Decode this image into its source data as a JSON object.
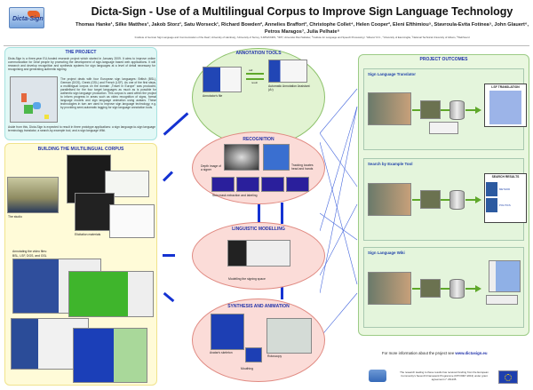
{
  "header": {
    "logo_text": "Dicta-Sign",
    "title": "Dicta-Sign - Use of a Multilingual Corpus to Improve Sign Language Technology",
    "authors": "Thomas Hanke¹, Silke Matthes¹, Jakob Storz¹, Satu Worseck¹, Richard Bowden², Annelies Braffort³, Christophe Collet⁴, Helen Cooper², Eleni Efthimiou⁵, Stavroula-Evita Fotinea⁵, John Glauert⁶, Petros Maragos⁷, Julia Pelhate⁸",
    "affiliations": "¹Institute of German Sign Language and Communication of the Deaf, University of Hamburg, ²University of Surrey, ³LIMSI/CNRS, ⁴IRIT, Université Paul Sabatier, ⁵Institute for Language and Speech Processing / \"Athena\" R.C., ⁶University of East Anglia, ⁷National Technical University of Athens, ⁸WebSourd"
  },
  "project": {
    "heading": "THE PROJECT",
    "p1": "Dicta-Sign is a three-year EU-funded research project which started in January 2009. It aims to improve online communication for Deaf people by promoting the development of sign-language based web applications. It will research and develop recognition and synthesis systems for sign languages at a level of detail necessary for recognising and generating authentic signing.",
    "p2": "The project deals with four European sign languages: British (BSL), German (DGS), Greek (GSL) and French (LSF). As one of the first steps, a multilingual corpus on the domain „Travel in Europe\" was produced, parallelised for the four target languages as much as is possible for authentic sign language production. This corpus is used within the project to inform progress in areas such as video recognition of signs, formal language models and sign language animation using avatars. These technologies in turn are used to improve sign language technology, e.g. by providing semi-automatic tagging for sign language annotation tools.",
    "p3": "Aside from this, Dicta-Sign is expected to result in three prototype applications: a sign language-to-sign language terminology translator, a search-by-example tool, and a sign language Wiki."
  },
  "corpus": {
    "heading": "BUILDING THE MULTILINGUAL CORPUS",
    "studio": "The studio",
    "elicitation": "Elicitation materials",
    "annotating": "Annotating the video files:",
    "annotating2": "BSL, LSF, DGS, and GSL"
  },
  "annotation": {
    "heading": "ANNOTATION TOOLS",
    "file": "Annotator's file",
    "assistant": "Automatic Annotation Assistant (A³)",
    "call": "call",
    "result": "result"
  },
  "recognition": {
    "heading": "RECOGNITION",
    "depth": "Depth image of a signer",
    "tracking": "Tracking locates head and hands",
    "skin": "Skin mask extraction and labeling"
  },
  "linguistic": {
    "heading": "LINGUISTIC MODELLING",
    "caption": "Modelling the signing space"
  },
  "synthesis": {
    "heading": "SYNTHESIS AND ANIMATION",
    "skeleton": "Avatar's skeleton",
    "mouthing": "Mouthing",
    "rotoscopy": "Rotoscopy"
  },
  "outcomes": {
    "heading": "PROJECT OUTCOMES",
    "translator": "Sign Language Translator",
    "lsf": "LSF TRANSLATION",
    "search": "Search by Example Tool",
    "results": "SEARCH RESULTS",
    "r1": "METHOD",
    "r2": "POLITICS",
    "wiki": "Sign Language Wiki"
  },
  "footer": {
    "more": "For more information about the project see",
    "url": "www.dictasign.eu",
    "funding": "The research leading to these results has received funding from the European Community's Seventh Framework Programme (FP7/2007-2013) under grant agreement n° 231135."
  },
  "colors": {
    "heading": "#2233aa",
    "arrow": "#1432d2",
    "green_arrow": "#5fa82a"
  }
}
